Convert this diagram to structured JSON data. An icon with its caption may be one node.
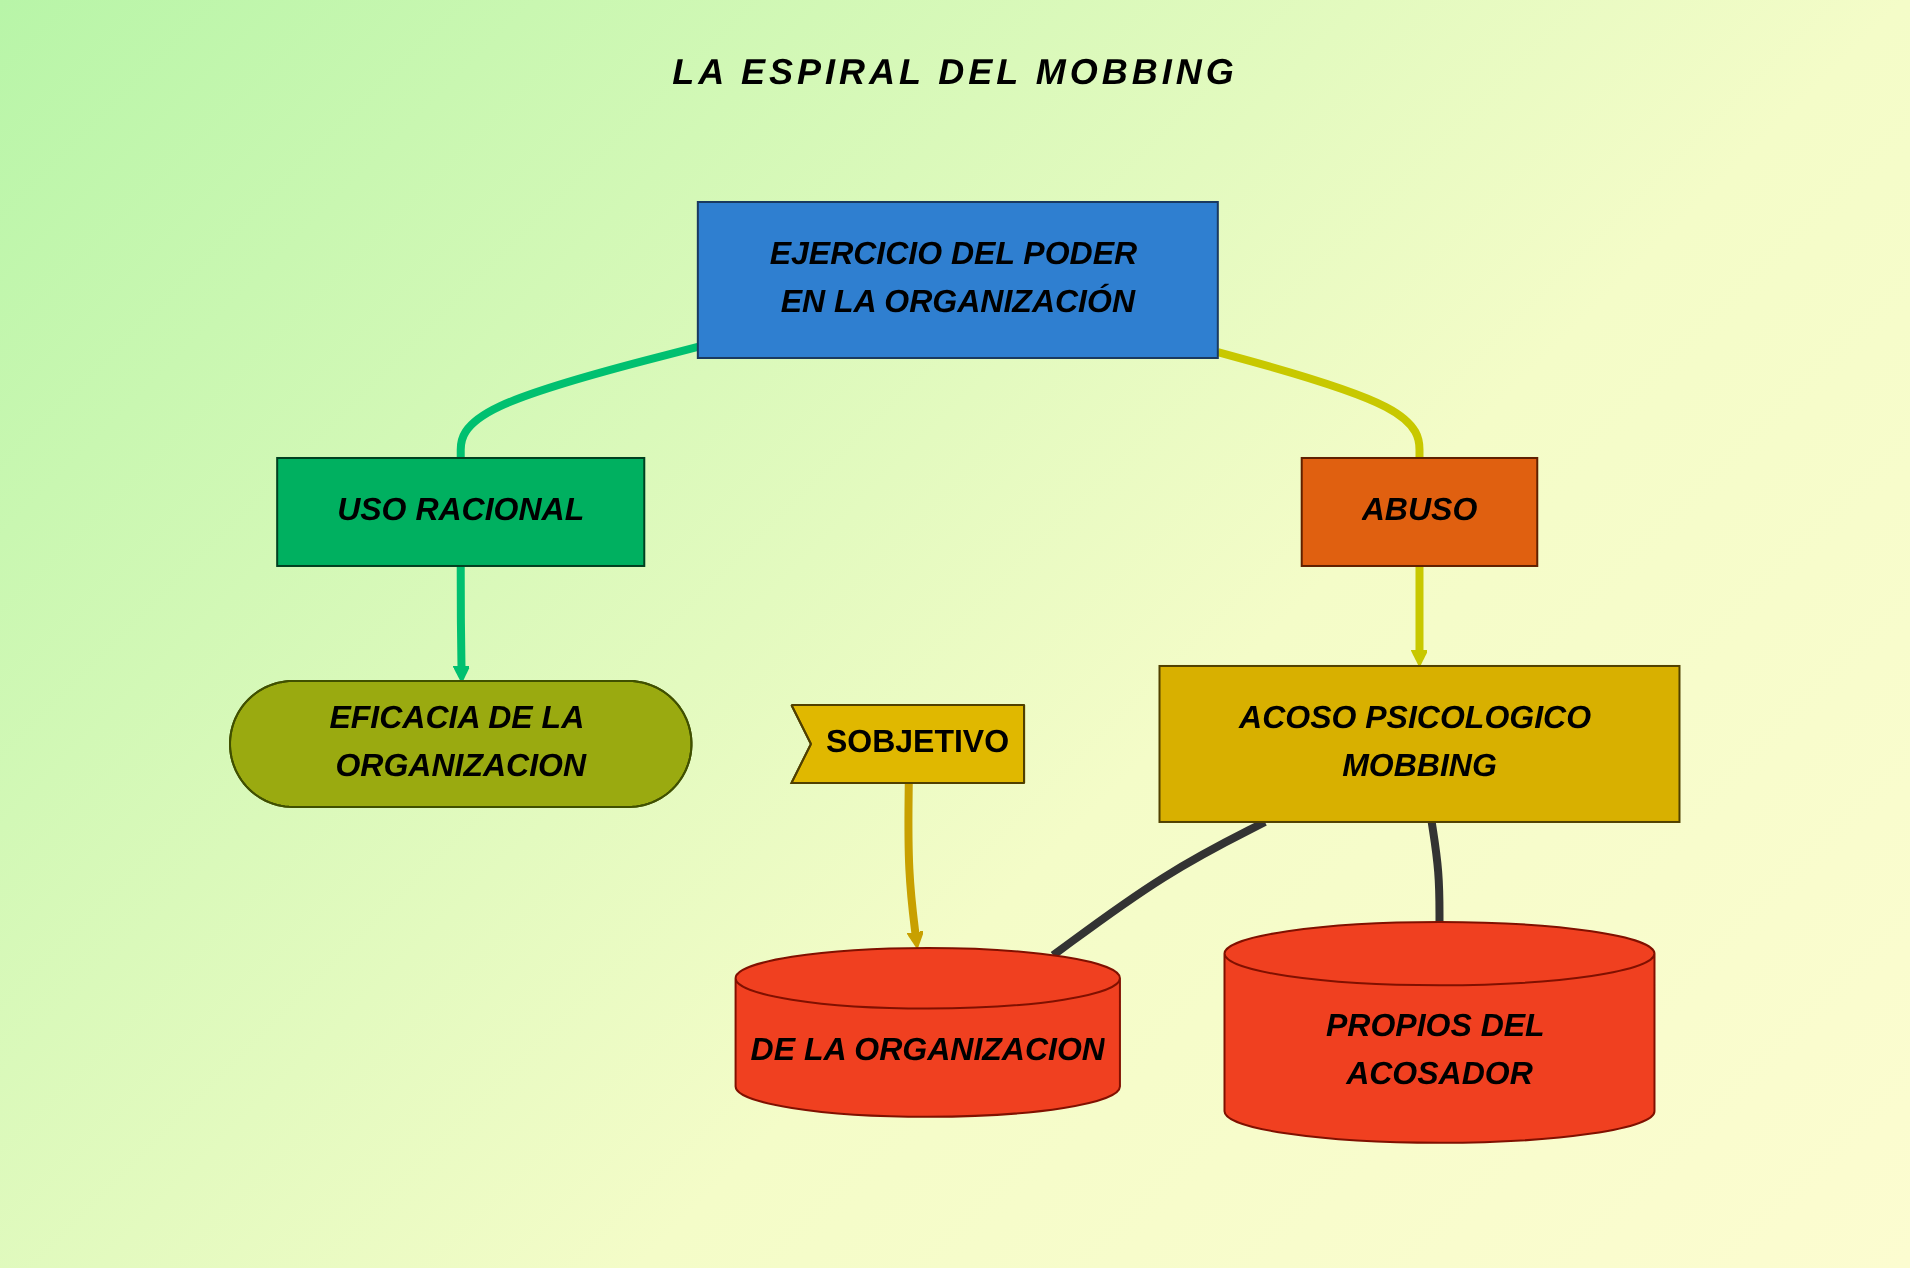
{
  "diagram": {
    "title": "LA ESPIRAL DEL MOBBING",
    "nodes": [
      {
        "text": [
          "EJERCICIO DEL PODER EN LA ORGANIZACIÓN"
        ]
      },
      {
        "text": [
          "USO RACIONAL"
        ]
      },
      {
        "text": [
          "ABUSO"
        ]
      },
      {
        "text": [
          "EFICACIA DE LA ORGANIZACION"
        ]
      },
      {
        "text": [
          "ACOSO PSICOLOGICO MOBBING"
        ]
      },
      {
        "text": [
          "DE LA ORGANIZACION"
        ]
      },
      {
        "text": [
          "PROPIOS DEL ACOSADOR"
        ]
      },
      {
        "text": [
          "SOBJETIVO"
        ]
      }
    ],
    "edges": [
      {
        "from": 0,
        "to": 1,
        "arrow": "none",
        "color": "#00c070"
      },
      {
        "from": 1,
        "to": 3,
        "arrow": "to",
        "color": "#00c070"
      },
      {
        "from": 0,
        "to": 2,
        "arrow": "none",
        "color": "#c8c800"
      },
      {
        "from": 2,
        "to": 4,
        "arrow": "to",
        "color": "#c8c800"
      },
      {
        "from": 4,
        "to": 5,
        "arrow": "none",
        "color": "#333333"
      },
      {
        "from": 4,
        "to": 6,
        "arrow": "none",
        "color": "#333333"
      },
      {
        "from": 7,
        "to": 5,
        "arrow": "to",
        "color": "#c8a000"
      }
    ]
  }
}
